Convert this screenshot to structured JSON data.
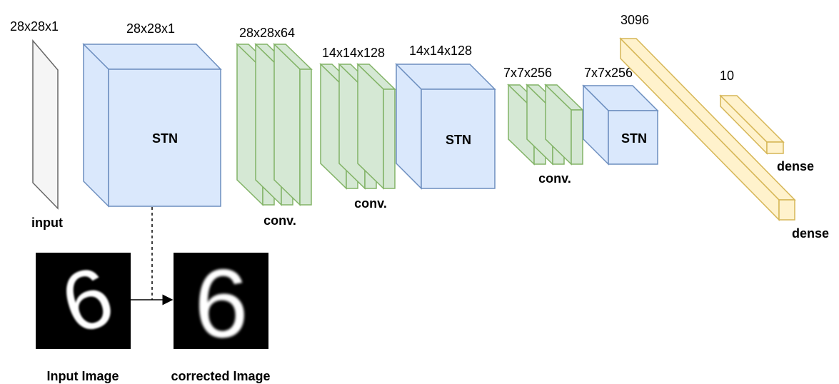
{
  "colors": {
    "input_fill": "#f5f5f5",
    "input_stroke": "#666666",
    "stn_fill": "#dae8fc",
    "stn_stroke": "#6c8ebf",
    "conv_fill": "#d5e8d4",
    "conv_stroke": "#82b366",
    "dense_fill": "#fff2cc",
    "dense_stroke": "#d6b656",
    "image_bg": "#000000",
    "digit": "#ffffff"
  },
  "labels": {
    "input_dim": "28x28x1",
    "input_name": "input",
    "stn1_dim": "28x28x1",
    "stn1_name": "STN",
    "conv1_dim": "28x28x64",
    "conv1_name": "conv.",
    "conv2_dim": "14x14x128",
    "conv2_name": "conv.",
    "stn2_dim": "14x14x128",
    "stn2_name": "STN",
    "conv3_dim": "7x7x256",
    "conv3_name": "conv.",
    "stn3_dim": "7x7x256",
    "stn3_name": "STN",
    "dense1_dim": "3096",
    "dense1_name": "dense",
    "dense2_dim": "10",
    "dense2_name": "dense",
    "input_image_caption": "Input Image",
    "corrected_image_caption": "corrected Image",
    "digit_glyph": "6"
  }
}
